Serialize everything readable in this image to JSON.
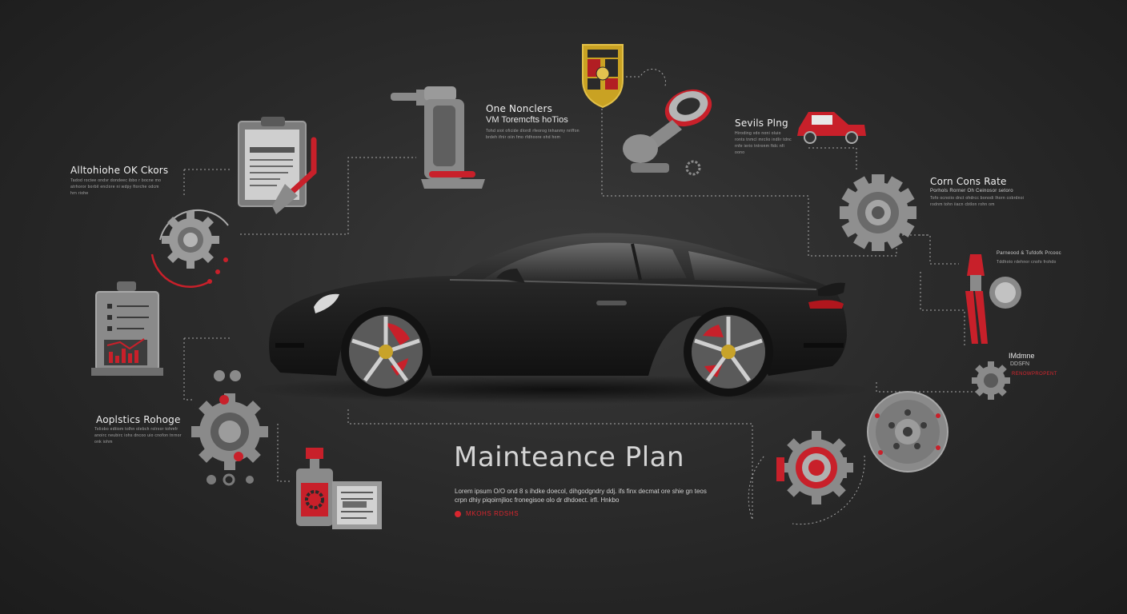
{
  "title": "Mainteance Plan",
  "description": "Lorem ipsum O/O ond 8 s ihdke doecol, dihgodgndry ddj. ifs finx decmat ore shie gn teos crpn dhiy piqoirnjlioc fronegisoe olo dr dhdoect. irfl. Hnkbo",
  "cta_label": "MKOHS RDSHS",
  "annotations": {
    "top_center": {
      "title": "One Nonclers",
      "subtitle": "VM Toremcfts hoTios",
      "fine": "Tohd siot oficide dlordl rfeorog tnhanmy nriffon brdeh ifnir oiin fmo rfdhoore ohd hom"
    },
    "left_top": {
      "title": "Alltohiohe OK Ckors",
      "fine": "Tadod roctee ondvr dondeec ibbo r bocne mo atrhoror borbil enclore ni wdpy ftorche odcm hrn riohe"
    },
    "left_bottom": {
      "title": "Aoplstics Rohoge",
      "fine": "Toliobo edtiom tolhn olebch rolrxor tohmfr anoirc neubirc iohs dncoo uio cnofon tnrnor onk iohm"
    },
    "right_top": {
      "title": "Sevils Plng",
      "fine": "Hiroding vdo noni oluio ronts tnmcl mrclio indlir tdnc rnfe ierio tntronm ftdc nfi oono"
    },
    "right_gear": {
      "title": "Corn Cons Rate",
      "subtitle": "Porhols Rorner Oh Ceinosor setoro",
      "fine": "Tofo ocnoiio dnct ohdrcc bonodi lhorn cobrdnoi rodnm tohn iiacn cbtlon rohn om"
    },
    "right_tools": {
      "title": "Parneood & Tufdofk Prcooc",
      "fine": "Tddhoto rdehnor cnofo frohdo"
    },
    "right_small": {
      "title": "IMdmne",
      "subtitle": "DDSFN",
      "red": "RENOWPROPENT"
    }
  },
  "colors": {
    "accent": "#d8262e",
    "background": "#2b2b2b",
    "icon_gray": "#8d8d8d",
    "car_body": "#1a1a1a"
  },
  "icons": [
    "clipboard-pencil-icon",
    "gear-cycle-icon",
    "report-chart-icon",
    "gear-cluster-icon",
    "oil-bottle-icon",
    "document-icon",
    "hydraulic-jack-icon",
    "crest-logo-icon",
    "steering-wheel-stand-icon",
    "red-car-icon",
    "large-gear-icon",
    "wrench-tools-icon",
    "small-gear-icon",
    "brake-disc-icon",
    "turbo-part-icon"
  ]
}
